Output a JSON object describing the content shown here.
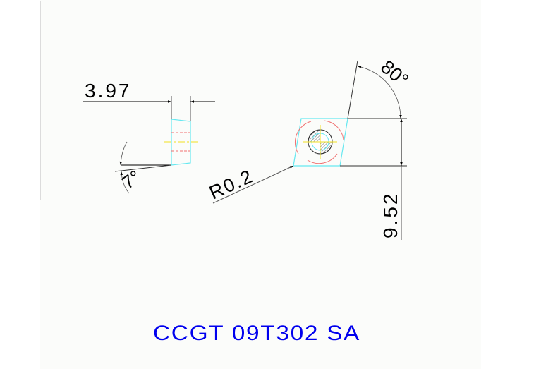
{
  "drawing": {
    "side_view": {
      "thickness_dimension": "3.97",
      "clearance_angle": "7°"
    },
    "top_view": {
      "corner_radius": "R0.2",
      "included_angle": "80°",
      "inscribed_circle_dimension": "9.52"
    },
    "insert_code": "CCGT 09T302 SA"
  },
  "colors": {
    "outline": "#66e8f0",
    "hidden_line": "#f07070",
    "center_line": "#f0e020",
    "dimension": "#000000",
    "code_text": "#0000ee",
    "background": "#fbfcfa"
  }
}
